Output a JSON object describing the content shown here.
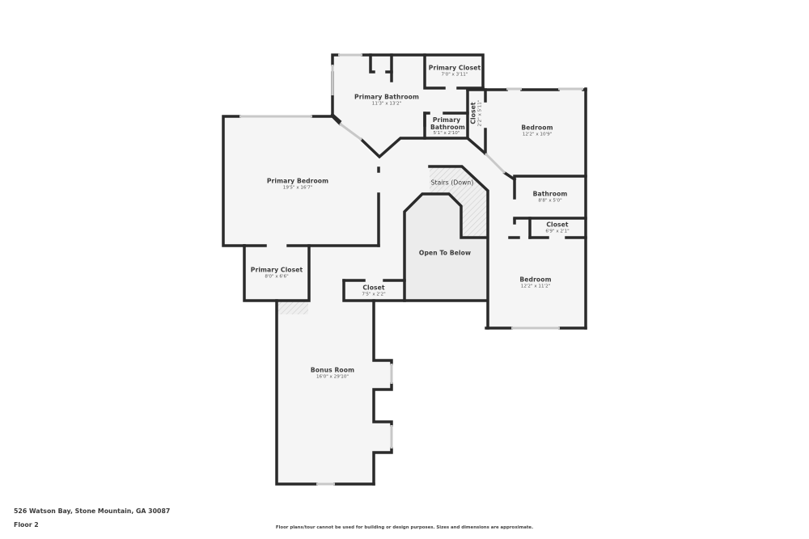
{
  "property": {
    "address": "526 Watson Bay, Stone Mountain, GA 30087",
    "floor": "Floor 2",
    "disclaimer": "Floor plans/tour cannot be used for building or design purposes. Sizes and dimensions are approximate."
  },
  "rooms": [
    {
      "name": "Primary Closet",
      "dims": "7'0\" x 3'11\""
    },
    {
      "name": "Primary Bathroom",
      "dims": "11'3\" x 13'2\""
    },
    {
      "name": "Primary Bathroom",
      "dims": "5'1\" x 2'10\""
    },
    {
      "name": "Closet",
      "dims": "2'2\" x 5'11\""
    },
    {
      "name": "Bedroom",
      "dims": "12'2\" x 10'9\""
    },
    {
      "name": "Primary Bedroom",
      "dims": "19'5\" x 16'7\""
    },
    {
      "name": "Stairs (Down)",
      "dims": ""
    },
    {
      "name": "Bathroom",
      "dims": "8'8\" x 5'0\""
    },
    {
      "name": "Closet",
      "dims": "6'9\" x 2'1\""
    },
    {
      "name": "Open To Below",
      "dims": ""
    },
    {
      "name": "Primary Closet",
      "dims": "8'0\" x 6'6\""
    },
    {
      "name": "Closet",
      "dims": "7'5\" x 2'2\""
    },
    {
      "name": "Bedroom",
      "dims": "12'2\" x 11'2\""
    },
    {
      "name": "Bonus Room",
      "dims": "16'0\" x 29'10\""
    }
  ],
  "colors": {
    "wall": "#2a2a2a",
    "floor": "#f5f5f5",
    "window": "#c8c8c8",
    "text": "#3a3a3a"
  }
}
